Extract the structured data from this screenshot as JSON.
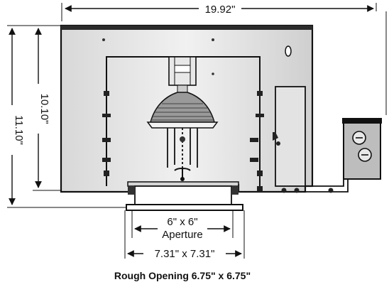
{
  "diagram": {
    "dimensions": {
      "overall_width": "19.92\"",
      "overall_height": "11.10\"",
      "housing_height": "10.10\"",
      "aperture_size": "6\" x 6\"",
      "aperture_label": "Aperture",
      "trim_size": "7.31\" x 7.31\""
    },
    "caption": "Rough Opening 6.75\" x 6.75\"",
    "colors": {
      "line": "#111111",
      "housing_fill": "#e6e6e6",
      "box_fill": "#bdbdbd"
    }
  }
}
